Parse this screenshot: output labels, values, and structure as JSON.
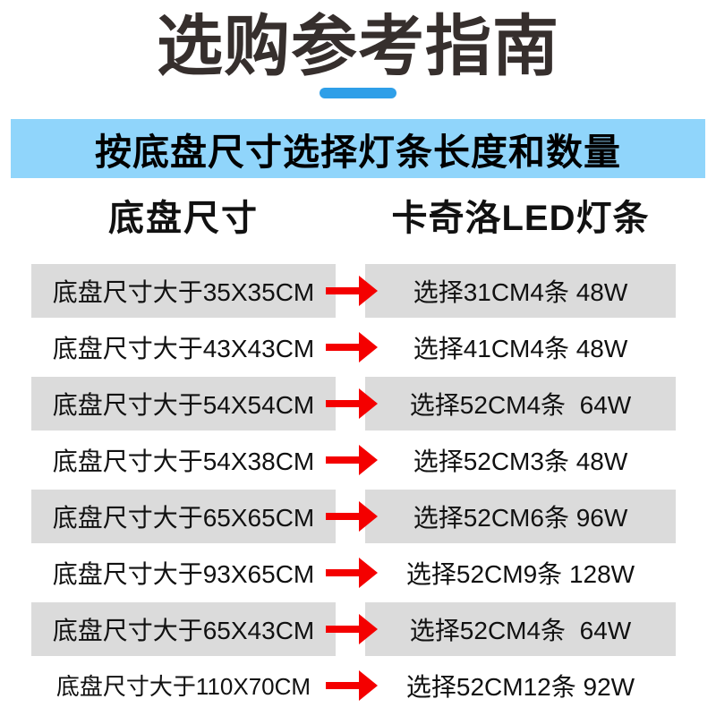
{
  "title": "选购参考指南",
  "banner": "按底盘尺寸选择灯条长度和数量",
  "columns": {
    "left": "底盘尺寸",
    "right": "卡奇洛LED灯条"
  },
  "rows": [
    {
      "size": "底盘尺寸大于35X35CM",
      "choice": "选择31CM4条 48W"
    },
    {
      "size": "底盘尺寸大于43X43CM",
      "choice": "选择41CM4条 48W"
    },
    {
      "size": "底盘尺寸大于54X54CM",
      "choice": "选择52CM4条  64W"
    },
    {
      "size": "底盘尺寸大于54X38CM",
      "choice": "选择52CM3条 48W"
    },
    {
      "size": "底盘尺寸大于65X65CM",
      "choice": "选择52CM6条 96W"
    },
    {
      "size": "底盘尺寸大于93X65CM",
      "choice": "选择52CM9条 128W"
    },
    {
      "size": "底盘尺寸大于65X43CM",
      "choice": "选择52CM4条  64W"
    },
    {
      "size": "底盘尺寸大于110X70CM",
      "choice": "选择52CM12条 92W"
    }
  ],
  "icons": {
    "arrow": "red-arrow-icon"
  },
  "colors": {
    "banner_bg": "#90d5fb",
    "underline": "#2f9fe8",
    "row_bg": "#dbdbdb",
    "arrow": "#f40000",
    "title_text": "#362f2d",
    "body_text": "#111111"
  }
}
